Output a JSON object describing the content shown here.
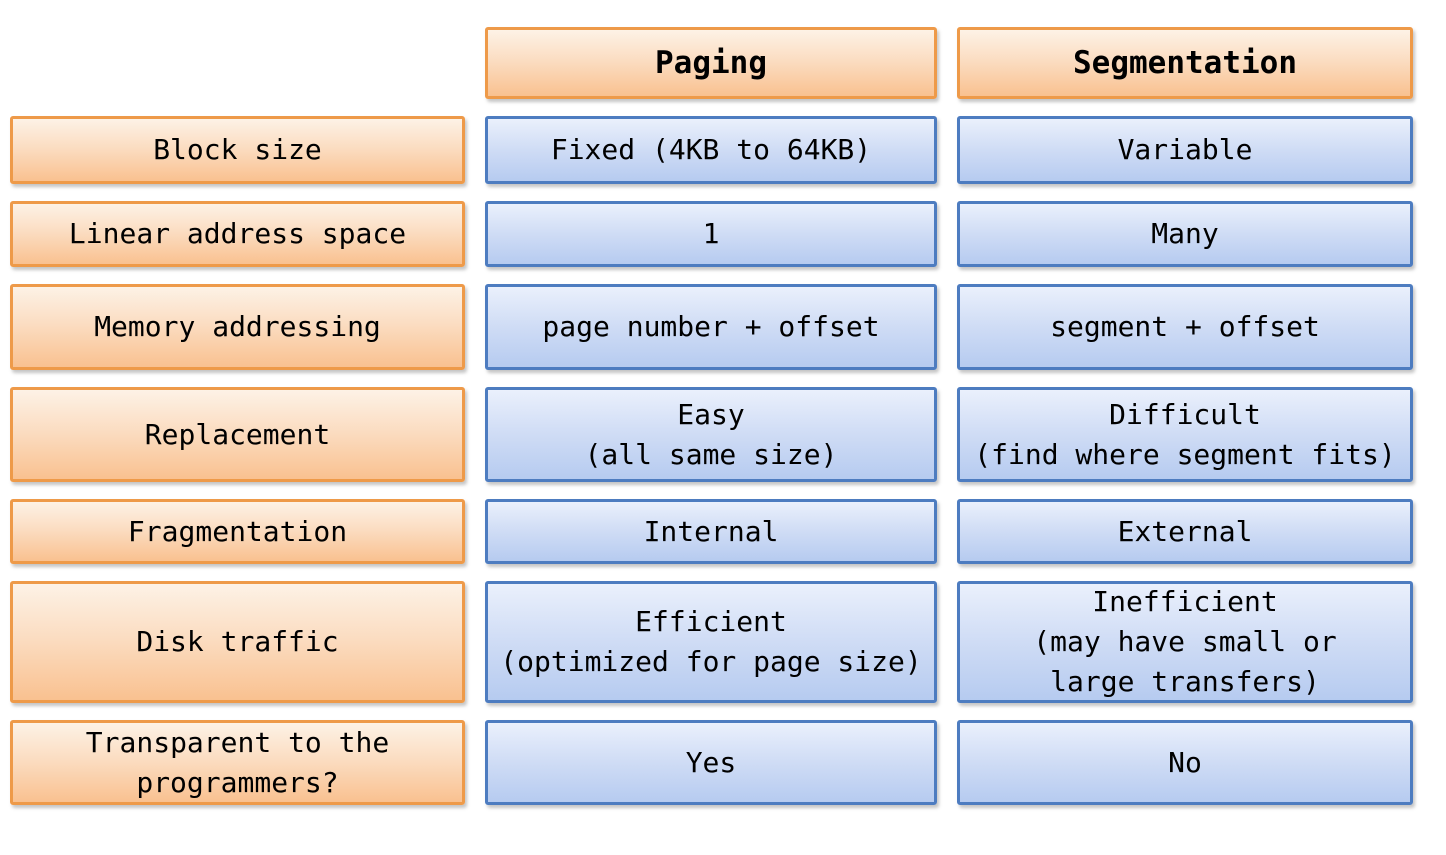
{
  "colors": {
    "orange_fill_top": "#fdf2e6",
    "orange_fill_mid": "#fbdcc0",
    "orange_fill_bottom": "#f9c190",
    "orange_border": "#ee9a49",
    "blue_fill_top": "#eaf0fc",
    "blue_fill_mid": "#cfdcf5",
    "blue_fill_bottom": "#b6cbf0",
    "blue_border": "#4d7cc0",
    "text_color": "#000000"
  },
  "table": {
    "columns": [
      {
        "label": "Paging"
      },
      {
        "label": "Segmentation"
      }
    ],
    "rows": [
      {
        "label": "Block size",
        "paging": "Fixed (4KB to 64KB)",
        "segmentation": "Variable"
      },
      {
        "label": "Linear address space",
        "paging": "1",
        "segmentation": "Many"
      },
      {
        "label": "Memory addressing",
        "paging": "page number + offset",
        "segmentation": "segment + offset"
      },
      {
        "label": "Replacement",
        "paging": "Easy\n(all same size)",
        "segmentation": "Difficult\n(find where segment fits)"
      },
      {
        "label": "Fragmentation",
        "paging": "Internal",
        "segmentation": "External"
      },
      {
        "label": "Disk traffic",
        "paging": "Efficient\n(optimized for page size)",
        "segmentation": "Inefficient\n(may have small or\nlarge transfers)"
      },
      {
        "label": "Transparent to the\nprogrammers?",
        "paging": "Yes",
        "segmentation": "No"
      }
    ]
  }
}
